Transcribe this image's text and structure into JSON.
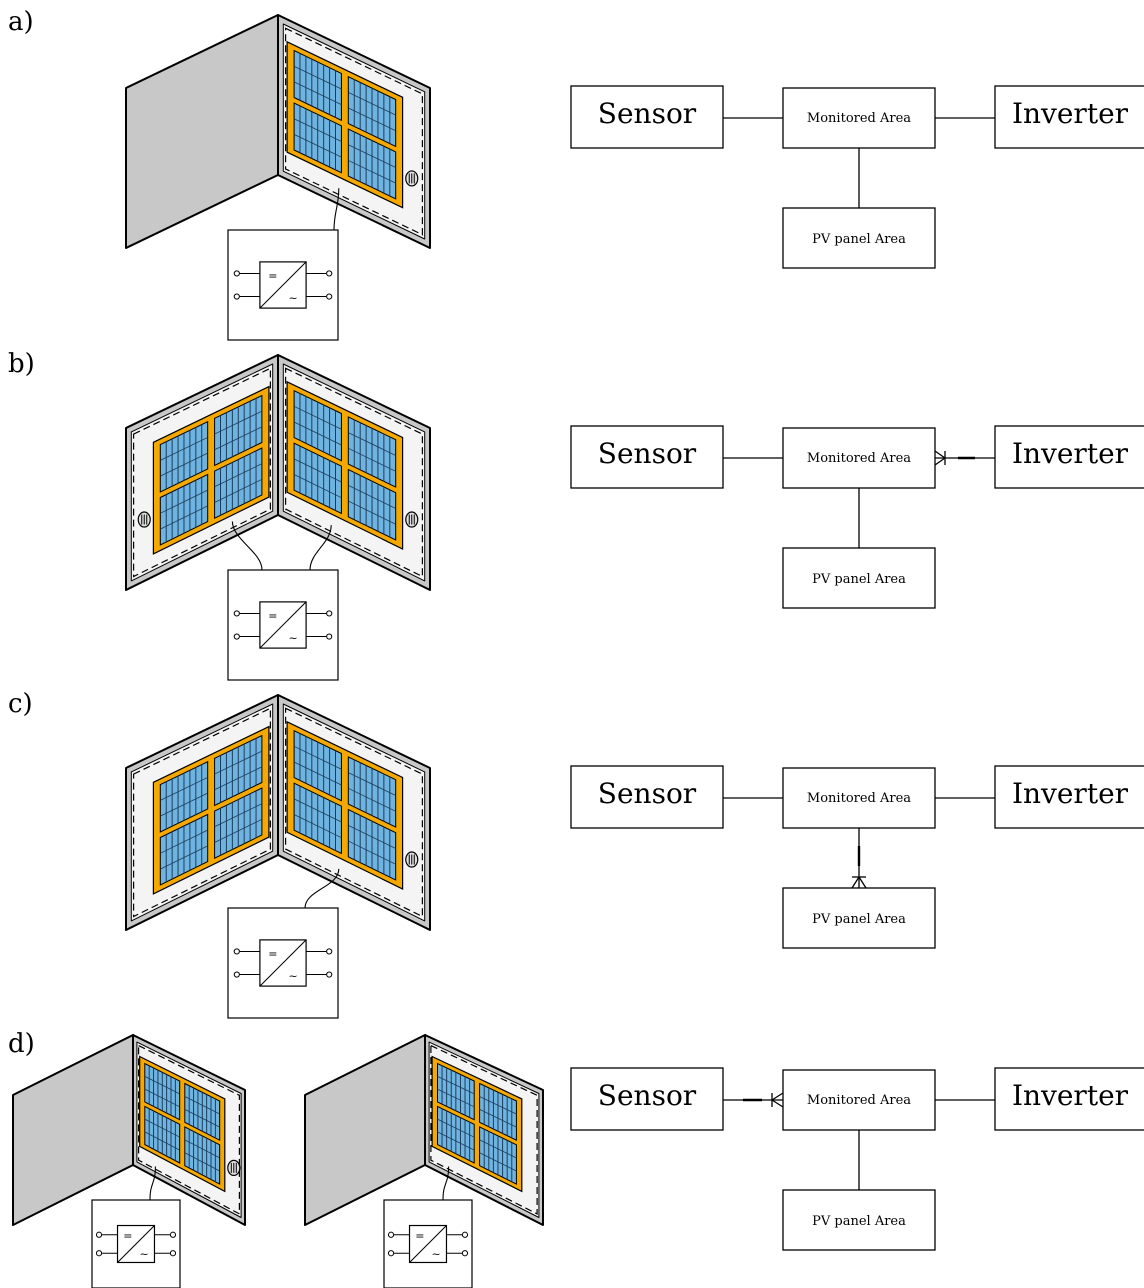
{
  "figure": {
    "panels": [
      {
        "id": "a",
        "label": "a)",
        "illustration": {
          "setup": "one-wall",
          "walls": [
            "plain",
            "pv"
          ],
          "sensor_on": "pv-wall",
          "inverter": "single"
        },
        "diagram": {
          "sensor_label": "Sensor",
          "monitored_label": "Monitored Area",
          "inverter_label": "Inverter",
          "pv_label": "PV panel Area",
          "marked_link": "none"
        }
      },
      {
        "id": "b",
        "label": "b)",
        "illustration": {
          "setup": "two-walls",
          "walls": [
            "pv",
            "pv"
          ],
          "sensor_on": "both-walls",
          "inverter": "single"
        },
        "diagram": {
          "sensor_label": "Sensor",
          "monitored_label": "Monitored Area",
          "inverter_label": "Inverter",
          "pv_label": "PV panel Area",
          "marked_link": "inverter"
        }
      },
      {
        "id": "c",
        "label": "c)",
        "illustration": {
          "setup": "two-walls",
          "walls": [
            "pv",
            "pv"
          ],
          "sensor_on": "right-wall",
          "inverter": "single"
        },
        "diagram": {
          "sensor_label": "Sensor",
          "monitored_label": "Monitored Area",
          "inverter_label": "Inverter",
          "pv_label": "PV panel Area",
          "marked_link": "pv"
        }
      },
      {
        "id": "d",
        "label": "d)",
        "illustration": {
          "setup": "two-separate-systems",
          "walls": [
            "plain",
            "pv"
          ],
          "sensor_on": "first-system",
          "inverter": "one-per-system"
        },
        "diagram": {
          "sensor_label": "Sensor",
          "monitored_label": "Monitored Area",
          "inverter_label": "Inverter",
          "pv_label": "PV panel Area",
          "marked_link": "sensor"
        }
      }
    ],
    "colors": {
      "pv_frame": "#f5a800",
      "pv_module": "#6fb4e0",
      "plain_wall": "#c8c8c8",
      "pv_wall_backing": "#f4f4f4"
    },
    "icons": {
      "inverter": "dc-ac-inverter-icon",
      "sensor": "irradiance-sensor-icon"
    }
  }
}
